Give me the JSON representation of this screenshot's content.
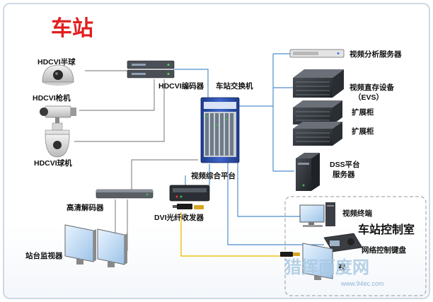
{
  "title": "车站",
  "labels": {
    "cam_dome": "HDCVI半球",
    "cam_bullet": "HDCVI枪机",
    "cam_speed": "HDCVI球机",
    "encoder": "HDCVI编码器",
    "switch": "车站交换机",
    "analysis_server": "视频分析服务器",
    "evs_line1": "视频直存设备",
    "evs_line2": "（EVS）",
    "expansion1": "扩展柜",
    "expansion2": "扩展柜",
    "dss_line1": "DSS平台",
    "dss_line2": "服务器",
    "platform": "视频综合平台",
    "decoder": "高清解码器",
    "dvi_tx": "DVI光纤收发器",
    "monitor": "站台监视器",
    "terminal": "视频终端",
    "control_room": "车站控制室",
    "keyboard": "网络控制键盘",
    "partial": "视"
  },
  "watermark": {
    "text": "猎挥面度网",
    "url": "www.94ec.com"
  },
  "colors": {
    "title": "#e01f1f",
    "link_blue": "#4d8fcc",
    "link_gray": "#8c8c8c",
    "link_yellow": "#f2c21a"
  }
}
